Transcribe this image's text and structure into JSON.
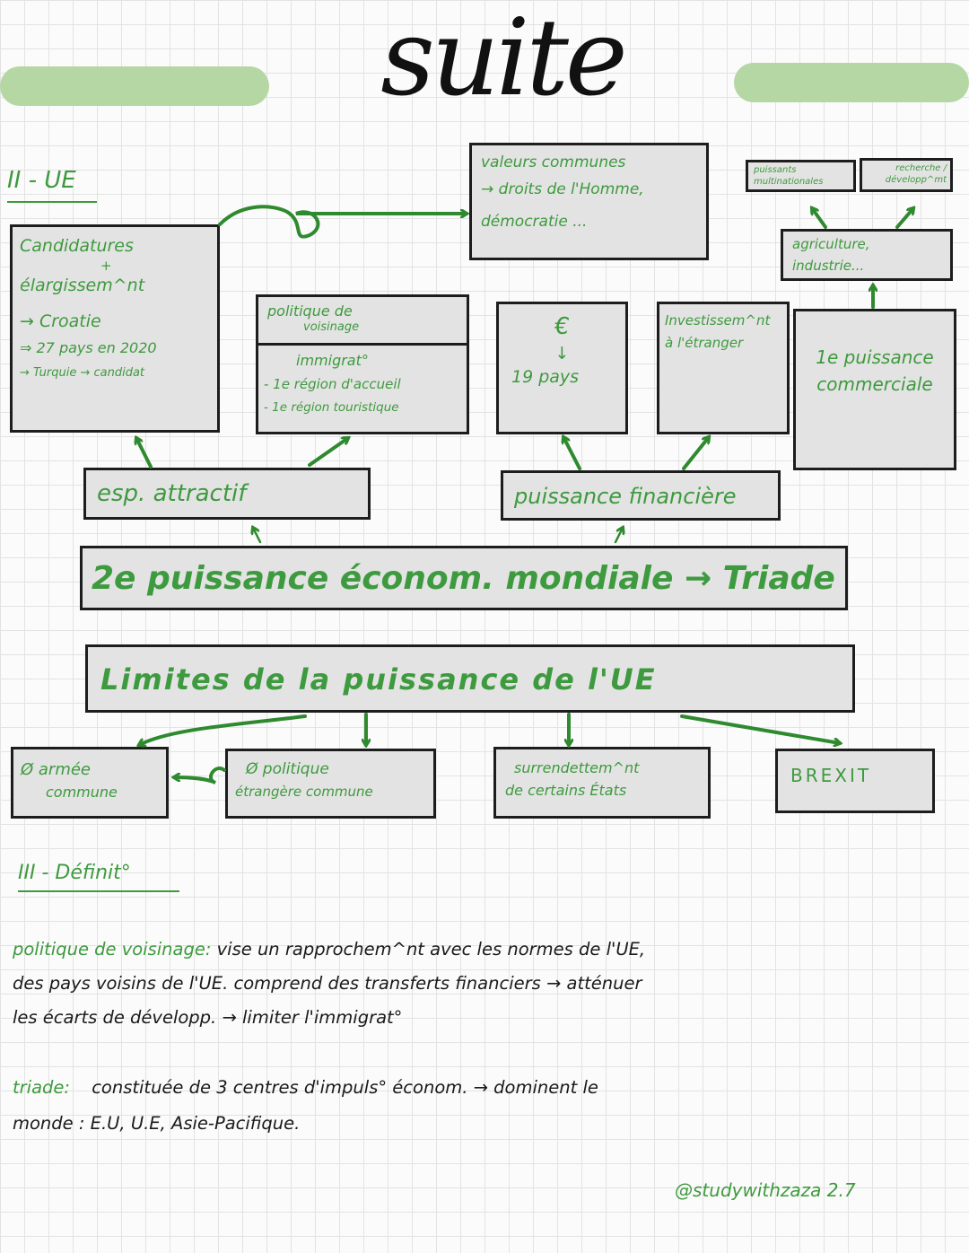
{
  "title": "suite",
  "section2": {
    "heading": "II - UE"
  },
  "nodes": {
    "candidatures": {
      "lines": [
        "Candidatures",
        "+",
        "élargissem^nt",
        "→ Croatie",
        "⇒ 27 pays en 2020",
        "→ Turquie → candidat"
      ]
    },
    "valeurs": {
      "lines": [
        "valeurs communes",
        "→ droits de l'Homme,",
        "démocratie ..."
      ]
    },
    "puissants": {
      "text": "puissants multinationales"
    },
    "recherche": {
      "text": "recherche / développ^mt"
    },
    "agriculture": {
      "lines": [
        "agriculture,",
        "industrie..."
      ]
    },
    "politique_voisinage": {
      "lines": [
        "politique de",
        "voisinage"
      ]
    },
    "immigration": {
      "lines": [
        "immigrat°",
        "- 1e région d'accueil",
        "- 1e région touristique"
      ]
    },
    "euro": {
      "lines": [
        "€",
        "↓",
        "19 pays"
      ]
    },
    "investissement": {
      "lines": [
        "Investissem^nt",
        "à l'étranger"
      ]
    },
    "puissance_commerciale": {
      "lines": [
        "1e puissance",
        "commerciale"
      ]
    },
    "esp_attractif": {
      "text": "esp. attractif"
    },
    "puissance_financiere": {
      "text": "puissance financière"
    },
    "deuxieme_puissance": {
      "text": "2e puissance économ. mondiale → Triade"
    },
    "limites": {
      "text": "Limites de la puissance de l'UE"
    },
    "armee": {
      "lines": [
        "Ø armée",
        "commune"
      ]
    },
    "politique_etrangere": {
      "lines": [
        "Ø politique",
        "étrangère commune"
      ]
    },
    "surendettement": {
      "lines": [
        "surrendettem^nt",
        "de certains États"
      ]
    },
    "brexit": {
      "text": "BREXIT"
    }
  },
  "section3": {
    "heading": "III - Définit°"
  },
  "definitions": [
    {
      "term": "politique de voisinage:",
      "lines": [
        "vise un rapprochem^nt avec les normes de l'UE,",
        "des pays voisins de l'UE. comprend des transferts financiers → atténuer",
        "les écarts de développ. → limiter l'immigrat°"
      ]
    },
    {
      "term": "triade:",
      "lines": [
        "constituée de 3 centres d'impuls° économ. → dominent le",
        "monde : E.U, U.E, Asie-Pacifique."
      ]
    }
  ],
  "watermark": "@studywithzaza 2.7",
  "colors": {
    "accent": "#3e9a3e",
    "highlight": "#b5d7a3",
    "box": "#e3e3e3",
    "ink": "#1a1a1a"
  }
}
